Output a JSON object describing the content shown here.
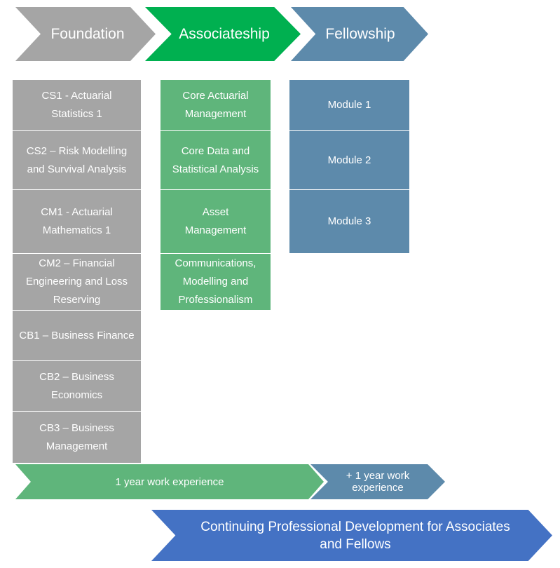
{
  "stages": [
    {
      "label": "Foundation",
      "color": "#a5a5a5"
    },
    {
      "label": "Associateship",
      "color": "#00b050"
    },
    {
      "label": "Fellowship",
      "color": "#5d8aab"
    }
  ],
  "foundation_modules": [
    "CS1 - Actuarial\nStatistics 1",
    "CS2 – Risk Modelling\nand Survival Analysis",
    "CM1 - Actuarial\nMathematics 1",
    "CM2 – Financial\nEngineering and Loss\nReserving",
    "CB1 – Business Finance",
    "CB2 – Business\nEconomics",
    "CB3 – Business\nManagement"
  ],
  "associateship_modules": [
    "Core Actuarial\nManagement",
    "Core Data and\nStatistical Analysis",
    "Asset\nManagement",
    "Communications,\nModelling and\nProfessionalism"
  ],
  "fellowship_modules": [
    "Module 1",
    "Module 2",
    "Module 3"
  ],
  "work_experience": {
    "main": "1 year work experience",
    "extra": "+ 1 year work\nexperience",
    "main_color": "#5fb57b",
    "extra_color": "#5d8aab"
  },
  "cpd": {
    "label": "Continuing Professional Development for Associates\nand Fellows",
    "color": "#4472c4"
  }
}
